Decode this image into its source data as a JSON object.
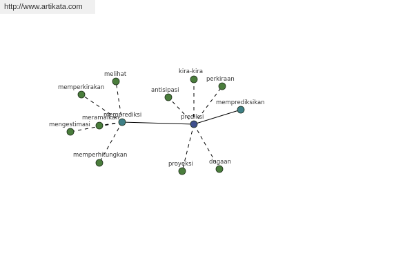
{
  "watermark": "http://www.artikata.com",
  "colors": {
    "synonym_node": "#4a7d3c",
    "hub_node": "#3e7f86",
    "root_node": "#3e4e8c",
    "edge": "#000000"
  },
  "diagram": {
    "root": "prediksi",
    "nodes": [
      {
        "id": "prediksi",
        "label": "prediksi",
        "kind": "root"
      },
      {
        "id": "memprediksi",
        "label": "memprediksi",
        "kind": "hub"
      },
      {
        "id": "memprediksikan",
        "label": "memprediksikan",
        "kind": "hub"
      },
      {
        "id": "melihat",
        "label": "melihat",
        "kind": "synonym"
      },
      {
        "id": "memperkirakan",
        "label": "memperkirakan",
        "kind": "synonym"
      },
      {
        "id": "meramalkan",
        "label": "meramalkan",
        "kind": "synonym"
      },
      {
        "id": "mengestimasi",
        "label": "mengestimasi",
        "kind": "synonym"
      },
      {
        "id": "memperhitungkan",
        "label": "memperhitungkan",
        "kind": "synonym"
      },
      {
        "id": "kira-kira",
        "label": "kira-kira",
        "kind": "synonym"
      },
      {
        "id": "perkiraan",
        "label": "perkiraan",
        "kind": "synonym"
      },
      {
        "id": "antisipasi",
        "label": "antisipasi",
        "kind": "synonym"
      },
      {
        "id": "proyeksi",
        "label": "proyeksi",
        "kind": "synonym"
      },
      {
        "id": "dugaan",
        "label": "dugaan",
        "kind": "synonym"
      }
    ],
    "edges": [
      {
        "from": "prediksi",
        "to": "memprediksi",
        "style": "solid"
      },
      {
        "from": "prediksi",
        "to": "memprediksikan",
        "style": "solid"
      },
      {
        "from": "memprediksi",
        "to": "melihat",
        "style": "dashed"
      },
      {
        "from": "memprediksi",
        "to": "memperkirakan",
        "style": "dashed"
      },
      {
        "from": "memprediksi",
        "to": "meramalkan",
        "style": "dashed"
      },
      {
        "from": "memprediksi",
        "to": "mengestimasi",
        "style": "dashed"
      },
      {
        "from": "memprediksi",
        "to": "memperhitungkan",
        "style": "dashed"
      },
      {
        "from": "prediksi",
        "to": "kira-kira",
        "style": "dashed"
      },
      {
        "from": "prediksi",
        "to": "perkiraan",
        "style": "dashed"
      },
      {
        "from": "prediksi",
        "to": "antisipasi",
        "style": "dashed"
      },
      {
        "from": "prediksi",
        "to": "proyeksi",
        "style": "dashed"
      },
      {
        "from": "prediksi",
        "to": "dugaan",
        "style": "dashed"
      }
    ]
  }
}
